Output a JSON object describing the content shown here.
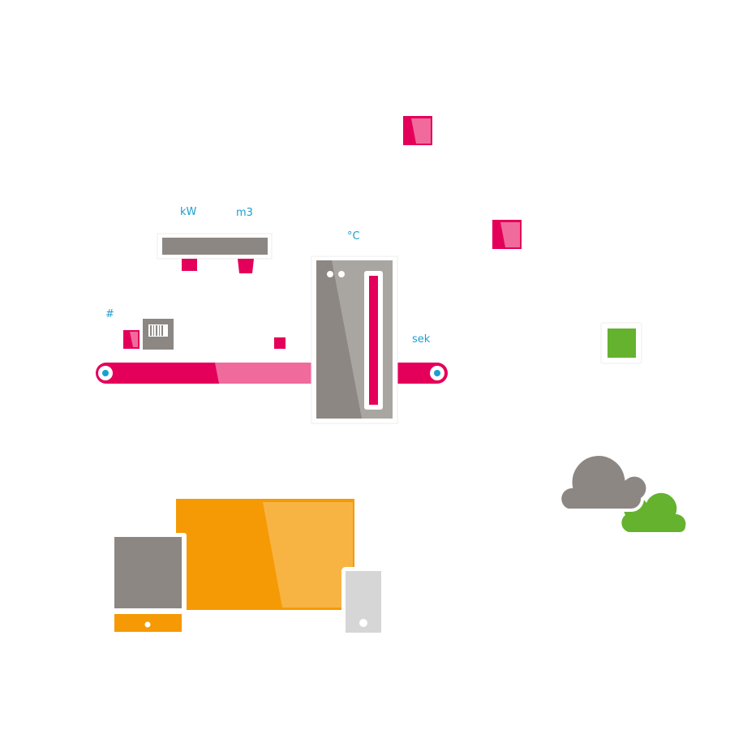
{
  "labels": {
    "kw": "kW",
    "m3": "m3",
    "celsius": "°C",
    "hash": "#",
    "seconds": "sek"
  },
  "colors": {
    "magenta": "#e4005a",
    "pink": "#f06b9c",
    "gray": "#8c8783",
    "gray_light": "#a9a5a1",
    "cyan": "#1ca0d2",
    "orange": "#f59a05",
    "orange_light": "#f7b443",
    "green": "#64b22e",
    "light_gray": "#d6d6d6"
  },
  "icons": [
    "conveyor-belt-icon",
    "oven-icon",
    "thermometer-icon",
    "sensor-bar-icon",
    "barcode-scanner-icon",
    "product-box-icon",
    "status-indicator-icon",
    "cloud-icon",
    "desktop-monitor-icon",
    "tablet-icon",
    "smartphone-icon"
  ]
}
